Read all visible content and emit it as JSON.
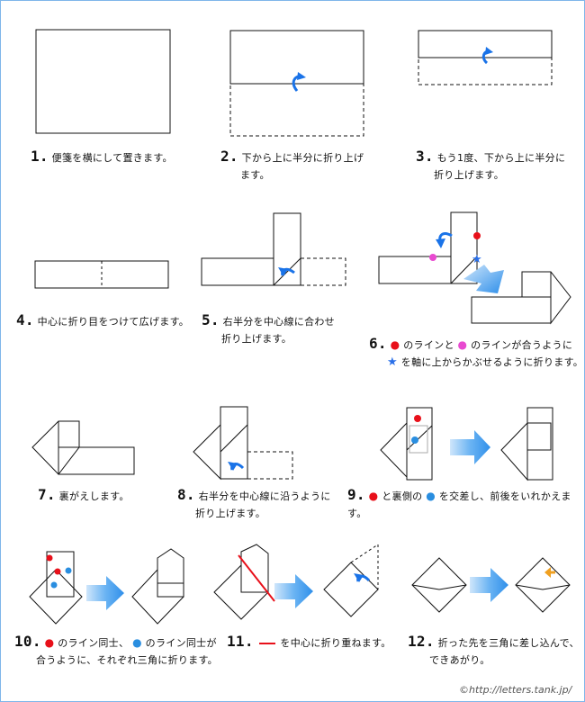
{
  "steps": [
    {
      "num": "1.",
      "line1": "便箋を横にして置きます。"
    },
    {
      "num": "2.",
      "line1": "下から上に半分に折り上げ",
      "line2": "ます。"
    },
    {
      "num": "3.",
      "line1": "もう1度、下から上に半分に",
      "line2": "折り上げます。"
    },
    {
      "num": "4.",
      "line1": "中心に折り目をつけて広げます。"
    },
    {
      "num": "5.",
      "line1": "右半分を中心線に合わせ",
      "line2": "折り上げます。"
    },
    {
      "num": "6.",
      "line1a": "のラインと",
      "line1b": "のラインが合うように",
      "line2": "を軸に上からかぶせるように折ります。"
    },
    {
      "num": "7.",
      "line1": "裏がえします。"
    },
    {
      "num": "8.",
      "line1": "右半分を中心線に沿うように",
      "line2": "折り上げます。"
    },
    {
      "num": "9.",
      "line1a": "と裏側の",
      "line1b": "を交差し、前後をいれかえます。"
    },
    {
      "num": "10.",
      "line1a": "のライン同士、",
      "line1b": "のライン同士が",
      "line2": "合うように、それぞれ三角に折ります。"
    },
    {
      "num": "11.",
      "line1": "を中心に折り重ねます。"
    },
    {
      "num": "12.",
      "line1": "折った先を三角に差し込んで、",
      "line2": "できあがり。"
    }
  ],
  "copyright": "©http://letters.tank.jp/",
  "colors": {
    "red": "#e8101a",
    "pink": "#e84ad0",
    "blue": "#2a8ee0",
    "arrow": "#1a73e8",
    "orange": "#f0a020"
  }
}
